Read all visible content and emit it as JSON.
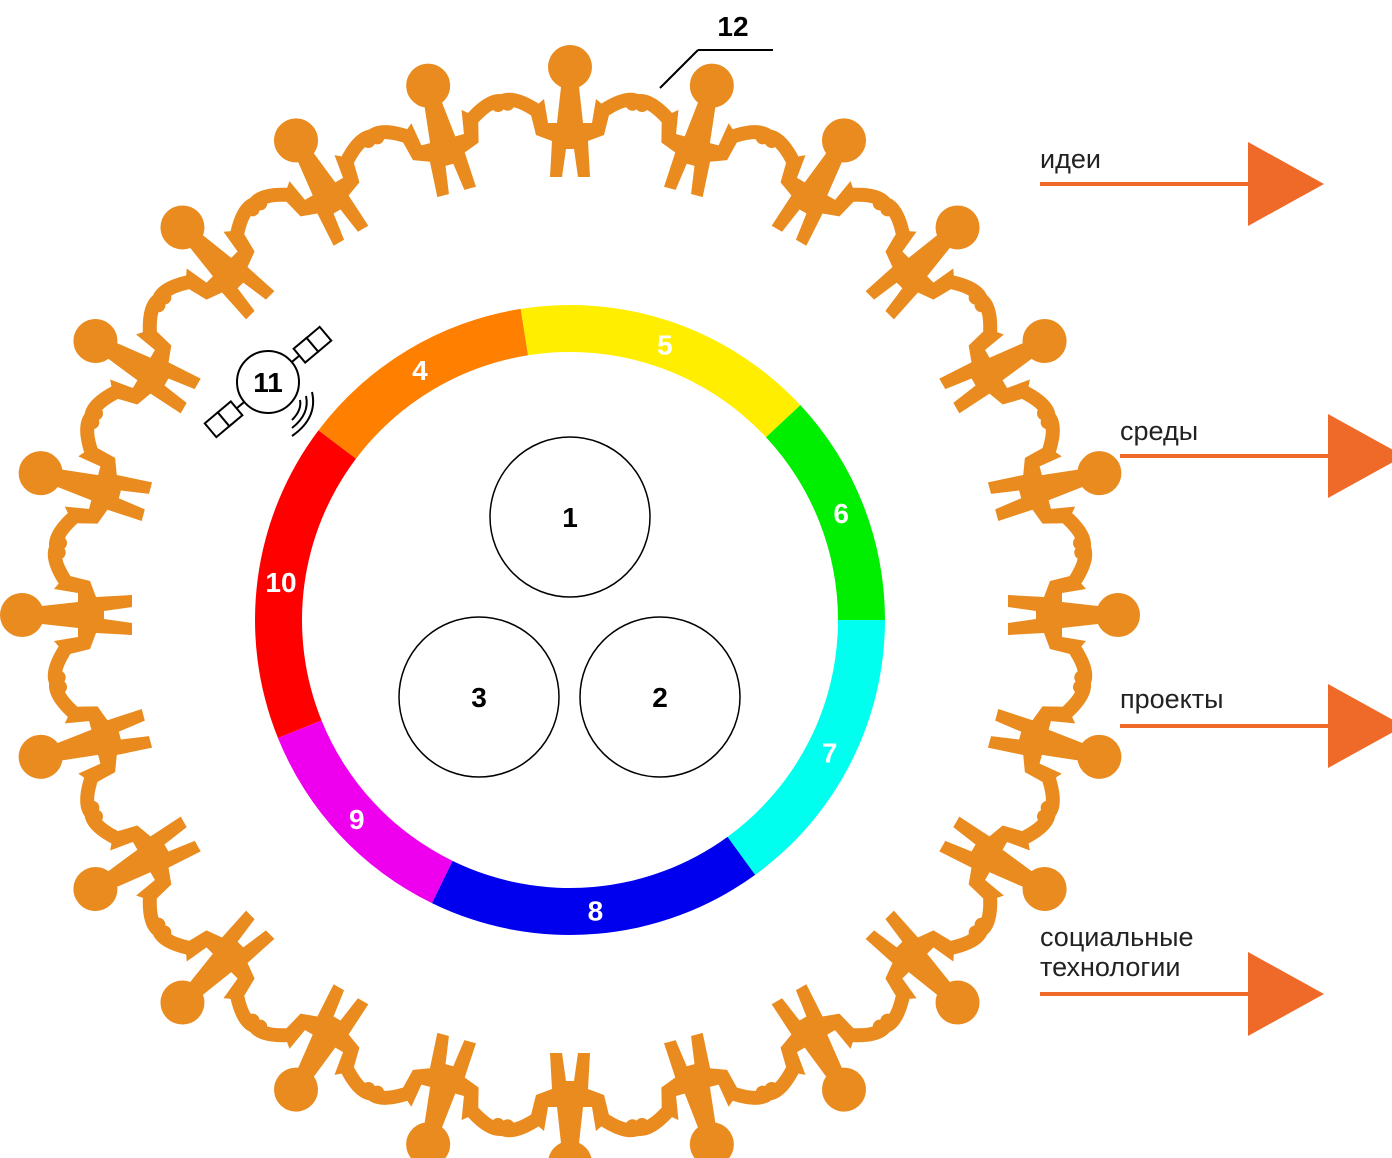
{
  "colors": {
    "people": "#e98b1f",
    "arrow": "#ef6a28",
    "ring_segments": [
      "#ff7f00",
      "#ffee00",
      "#00ee00",
      "#00ffee",
      "#0000ee",
      "#ee00ee",
      "#ff0000"
    ]
  },
  "ring_segments": [
    {
      "label": "4"
    },
    {
      "label": "5"
    },
    {
      "label": "6"
    },
    {
      "label": "7"
    },
    {
      "label": "8"
    },
    {
      "label": "9"
    },
    {
      "label": "10"
    }
  ],
  "inner_circles": [
    {
      "label": "1"
    },
    {
      "label": "2"
    },
    {
      "label": "3"
    }
  ],
  "satellite": {
    "label": "11",
    "icon": "satellite-icon"
  },
  "people_ring": {
    "label": "12",
    "icon": "person-icon"
  },
  "outputs": [
    {
      "lines": [
        "идеи"
      ]
    },
    {
      "lines": [
        "среды"
      ]
    },
    {
      "lines": [
        "проекты"
      ]
    },
    {
      "lines": [
        "социальные",
        "технологии"
      ]
    }
  ]
}
